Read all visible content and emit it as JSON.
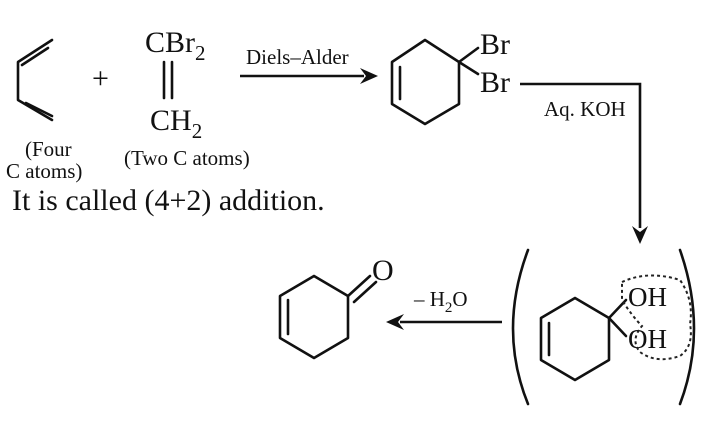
{
  "reactant1": {
    "line1": "(Four",
    "line2": "C atoms)"
  },
  "plus": "+",
  "reactant2": {
    "top": "CBr",
    "top_sub": "2",
    "bottom": "CH",
    "bottom_sub": "2",
    "note": "(Two C atoms)"
  },
  "arrow1_label": "Diels–Alder",
  "product1": {
    "br1": "Br",
    "br2": "Br"
  },
  "arrow2_label": "Aq. KOH",
  "caption": "It is called (4+2) addition.",
  "intermediate": {
    "oh1": "OH",
    "oh2": "OH"
  },
  "arrow3_label": {
    "main": "– H",
    "sub": "2",
    "tail": "O"
  },
  "final_product": {
    "oxygen": "O"
  }
}
